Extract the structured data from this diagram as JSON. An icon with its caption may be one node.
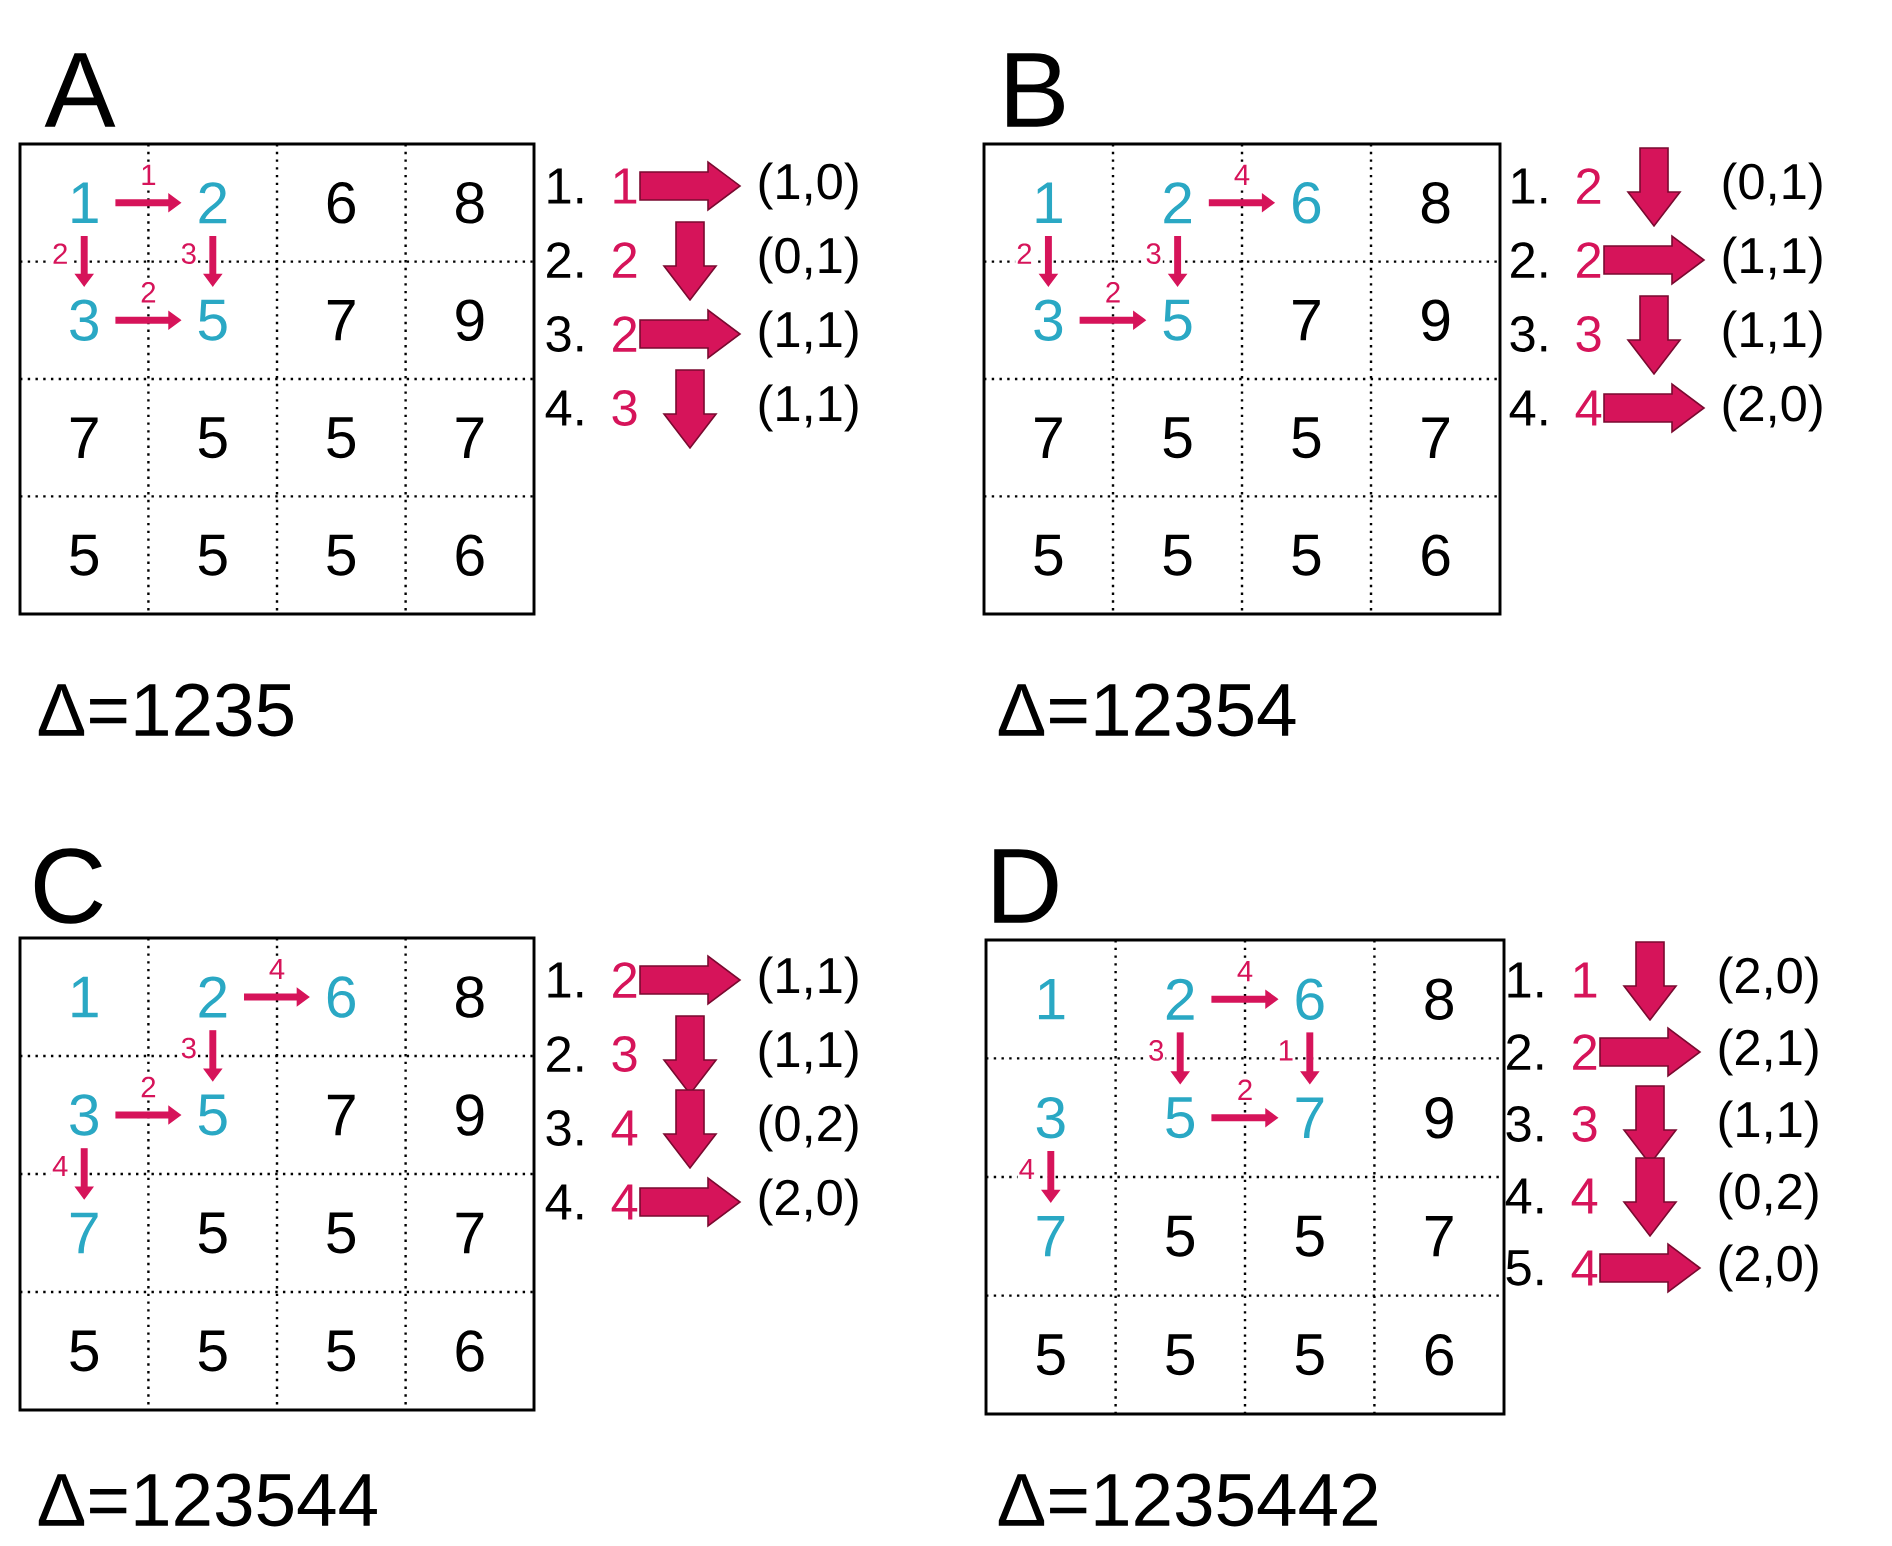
{
  "diagram": {
    "nodes": [
      {
        "text": [],
        "shape": "box"
      },
      {
        "text": [
          "1"
        ],
        "in": 0
      },
      {
        "text": [
          "2"
        ],
        "in": 0
      },
      {
        "text": [
          "6"
        ],
        "in": 0
      },
      {
        "text": [
          "8"
        ],
        "in": 0
      },
      {
        "text": [
          "3"
        ],
        "in": 0
      },
      {
        "text": [
          "5"
        ],
        "in": 0
      },
      {
        "text": [
          "7"
        ],
        "in": 0
      },
      {
        "text": [
          "9"
        ],
        "in": 0
      },
      {
        "text": [
          "7"
        ],
        "in": 0
      },
      {
        "text": [
          "5"
        ],
        "in": 0
      },
      {
        "text": [
          "5"
        ],
        "in": 0
      },
      {
        "text": [
          "7"
        ],
        "in": 0
      },
      {
        "text": [
          "5"
        ],
        "in": 0
      },
      {
        "text": [
          "5"
        ],
        "in": 0
      },
      {
        "text": [
          "5"
        ],
        "in": 0
      },
      {
        "text": [
          "6"
        ],
        "in": 0
      },
      {
        "text": [],
        "shape": "box"
      },
      {
        "text": [
          "1"
        ],
        "in": 17
      },
      {
        "text": [
          "2"
        ],
        "in": 17
      },
      {
        "text": [
          "6"
        ],
        "in": 17
      },
      {
        "text": [
          "8"
        ],
        "in": 17
      },
      {
        "text": [
          "3"
        ],
        "in": 17
      },
      {
        "text": [
          "5"
        ],
        "in": 17
      },
      {
        "text": [
          "7"
        ],
        "in": 17
      },
      {
        "text": [
          "9"
        ],
        "in": 17
      },
      {
        "text": [
          "7"
        ],
        "in": 17
      },
      {
        "text": [
          "5"
        ],
        "in": 17
      },
      {
        "text": [
          "5"
        ],
        "in": 17
      },
      {
        "text": [
          "7"
        ],
        "in": 17
      },
      {
        "text": [
          "5"
        ],
        "in": 17
      },
      {
        "text": [
          "5"
        ],
        "in": 17
      },
      {
        "text": [
          "5"
        ],
        "in": 17
      },
      {
        "text": [
          "6"
        ],
        "in": 17
      },
      {
        "text": [],
        "shape": "box"
      },
      {
        "text": [
          "1"
        ],
        "in": 34
      },
      {
        "text": [
          "2"
        ],
        "in": 34
      },
      {
        "text": [
          "6"
        ],
        "in": 34
      },
      {
        "text": [
          "8"
        ],
        "in": 34
      },
      {
        "text": [
          "3"
        ],
        "in": 34
      },
      {
        "text": [
          "5"
        ],
        "in": 34
      },
      {
        "text": [
          "7"
        ],
        "in": 34
      },
      {
        "text": [
          "9"
        ],
        "in": 34
      },
      {
        "text": [
          "7"
        ],
        "in": 34
      },
      {
        "text": [
          "5"
        ],
        "in": 34
      },
      {
        "text": [
          "5"
        ],
        "in": 34
      },
      {
        "text": [
          "7"
        ],
        "in": 34
      },
      {
        "text": [
          "5"
        ],
        "in": 34
      },
      {
        "text": [
          "5"
        ],
        "in": 34
      },
      {
        "text": [
          "5"
        ],
        "in": 34
      },
      {
        "text": [
          "6"
        ],
        "in": 34
      },
      {
        "text": [],
        "shape": "box"
      },
      {
        "text": [
          "1"
        ],
        "in": 51
      },
      {
        "text": [
          "2"
        ],
        "in": 51
      },
      {
        "text": [
          "6"
        ],
        "in": 51
      },
      {
        "text": [
          "8"
        ],
        "in": 51
      },
      {
        "text": [
          "3"
        ],
        "in": 51
      },
      {
        "text": [
          "5"
        ],
        "in": 51
      },
      {
        "text": [
          "7"
        ],
        "in": 51
      },
      {
        "text": [
          "9"
        ],
        "in": 51
      },
      {
        "text": [
          "7"
        ],
        "in": 51
      },
      {
        "text": [
          "5"
        ],
        "in": 51
      },
      {
        "text": [
          "5"
        ],
        "in": 51
      },
      {
        "text": [
          "7"
        ],
        "in": 51
      },
      {
        "text": [
          "5"
        ],
        "in": 51
      },
      {
        "text": [
          "5"
        ],
        "in": 51
      },
      {
        "text": [
          "5"
        ],
        "in": 51
      },
      {
        "text": [
          "6"
        ],
        "in": 51
      }
    ],
    "edges": [
      {
        "from": 1,
        "to": 2,
        "arrow": "to",
        "label": "1"
      },
      {
        "from": 1,
        "to": 5,
        "arrow": "to",
        "label": "2"
      },
      {
        "from": 2,
        "to": 6,
        "arrow": "to",
        "label": "3"
      },
      {
        "from": 5,
        "to": 6,
        "arrow": "to",
        "label": "2"
      },
      {
        "from": 19,
        "to": 20,
        "arrow": "to",
        "label": "4"
      },
      {
        "from": 18,
        "to": 22,
        "arrow": "to",
        "label": "2"
      },
      {
        "from": 19,
        "to": 23,
        "arrow": "to",
        "label": "3"
      },
      {
        "from": 22,
        "to": 23,
        "arrow": "to",
        "label": "2"
      },
      {
        "from": 36,
        "to": 37,
        "arrow": "to",
        "label": "4"
      },
      {
        "from": 36,
        "to": 40,
        "arrow": "to",
        "label": "3"
      },
      {
        "from": 39,
        "to": 40,
        "arrow": "to",
        "label": "2"
      },
      {
        "from": 39,
        "to": 43,
        "arrow": "to",
        "label": "4"
      },
      {
        "from": 53,
        "to": 54,
        "arrow": "to",
        "label": "4"
      },
      {
        "from": 53,
        "to": 57,
        "arrow": "to",
        "label": "3"
      },
      {
        "from": 54,
        "to": 58,
        "arrow": "to",
        "label": "1"
      },
      {
        "from": 57,
        "to": 58,
        "arrow": "to",
        "label": "2"
      },
      {
        "from": 56,
        "to": 60,
        "arrow": "to",
        "label": "4"
      }
    ],
    "labels": [
      "A",
      "1.",
      "1",
      "(1,0)",
      "2.",
      "2",
      "(0,1)",
      "3.",
      "2",
      "(1,1)",
      "4.",
      "3",
      "(1,1)",
      "Δ=1235",
      "B",
      "1.",
      "2",
      "(0,1)",
      "2.",
      "2",
      "(1,1)",
      "3.",
      "3",
      "(1,1)",
      "4.",
      "4",
      "(2,0)",
      "Δ=12354",
      "C",
      "1.",
      "2",
      "(1,1)",
      "2.",
      "3",
      "(1,1)",
      "3.",
      "4",
      "(0,2)",
      "4.",
      "4",
      "(2,0)",
      "Δ=123544",
      "D",
      "1.",
      "1",
      "(2,0)",
      "2.",
      "2",
      "(2,1)",
      "3.",
      "3",
      "(1,1)",
      "4.",
      "4",
      "(0,2)",
      "5.",
      "4",
      "(2,0)",
      "Δ=1235442"
    ]
  }
}
